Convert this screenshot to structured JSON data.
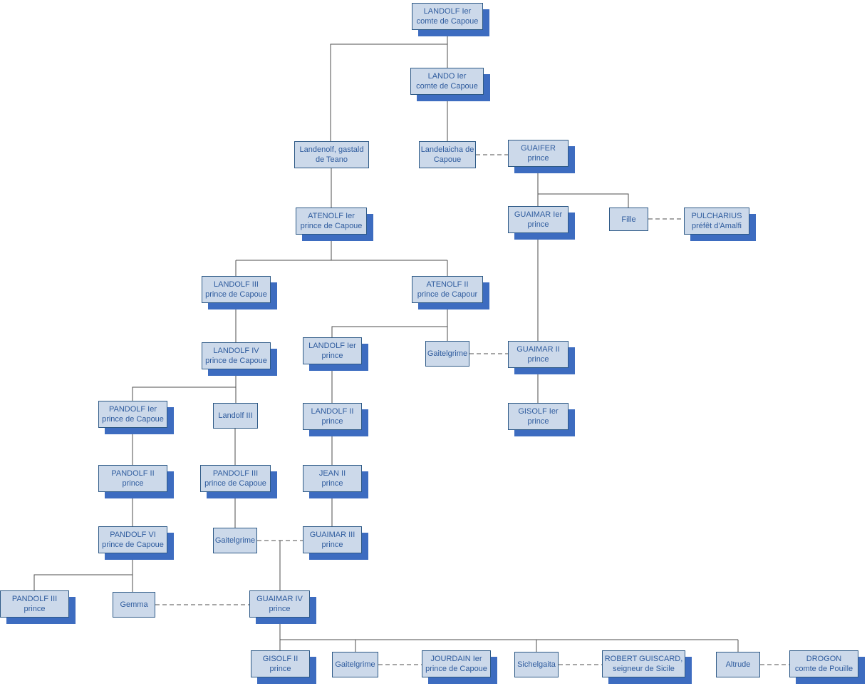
{
  "colors": {
    "box_fill": "#ccd9ea",
    "box_border": "#2d5986",
    "box_shadow": "#3d6cc0",
    "text": "#2f5c9e",
    "line": "#4d4d4d"
  },
  "nodes": {
    "landolf1_comte": {
      "name": "LANDOLF Ier",
      "title": "comte de Capoue"
    },
    "lando1": {
      "name": "LANDO Ier",
      "title": "comte de Capoue"
    },
    "landenolf": {
      "name": "Landenolf, gastald",
      "title": "de Teano"
    },
    "landelaicha": {
      "name": "Landelaicha de",
      "title": "Capoue"
    },
    "guaifer": {
      "name": "GUAIFER",
      "title": "prince"
    },
    "atenolf1": {
      "name": "ATENOLF Ier",
      "title": "prince de Capoue"
    },
    "guaimar1": {
      "name": "GUAIMAR Ier",
      "title": "prince"
    },
    "fille": {
      "name": "Fille"
    },
    "pulcharius": {
      "name": "PULCHARIUS",
      "title": "préfêt d'Amalfi"
    },
    "landolf3_prince": {
      "name": "LANDOLF III",
      "title": "prince de Capoue"
    },
    "atenolf2": {
      "name": "ATENOLF II",
      "title": "prince de Capour"
    },
    "landolf4": {
      "name": "LANDOLF IV",
      "title": "prince de Capoue"
    },
    "landolf1_prince": {
      "name": "LANDOLF Ier",
      "title": "prince"
    },
    "gaitelgrime_a": {
      "name": "Gaitelgrime"
    },
    "guaimar2": {
      "name": "GUAIMAR II",
      "title": "prince"
    },
    "pandolf1": {
      "name": "PANDOLF Ier",
      "title": "prince de Capoue"
    },
    "landolf3_b": {
      "name": "Landolf III"
    },
    "landolf2": {
      "name": "LANDOLF II",
      "title": "prince"
    },
    "gisolf1": {
      "name": "GISOLF Ier",
      "title": "prince"
    },
    "pandolf2": {
      "name": "PANDOLF II",
      "title": "prince"
    },
    "pandolf3_capoue": {
      "name": "PANDOLF III",
      "title": "prince de Capoue"
    },
    "jean2": {
      "name": "JEAN II",
      "title": "prince"
    },
    "pandolf6": {
      "name": "PANDOLF VI",
      "title": "prince de Capoue"
    },
    "gaitelgrime_b": {
      "name": "Gaitelgrime"
    },
    "guaimar3": {
      "name": "GUAIMAR III",
      "title": "prince"
    },
    "pandolf3_prince": {
      "name": "PANDOLF III",
      "title": "prince"
    },
    "gemma": {
      "name": "Gemma"
    },
    "guaimar4": {
      "name": "GUAIMAR IV",
      "title": "prince"
    },
    "gisolf2": {
      "name": "GISOLF II",
      "title": "prince"
    },
    "gaitelgrime_c": {
      "name": "Gaitelgrime"
    },
    "jourdain1": {
      "name": "JOURDAIN Ier",
      "title": "prince de Capoue"
    },
    "sichelgaita": {
      "name": "Sichelgaita"
    },
    "robert_guiscard": {
      "name": "ROBERT GUISCARD,",
      "title": "seigneur de Sicile"
    },
    "altrude": {
      "name": "Altrude"
    },
    "drogon": {
      "name": "DROGON",
      "title": "comte de Pouille"
    }
  },
  "edges": {
    "descent": [
      [
        "landolf1_comte",
        "lando1"
      ],
      [
        "landolf1_comte",
        "landenolf"
      ],
      [
        "lando1",
        "landelaicha"
      ],
      [
        "landenolf",
        "atenolf1"
      ],
      [
        "guaifer",
        "guaimar1"
      ],
      [
        "guaifer",
        "fille"
      ],
      [
        "atenolf1",
        "landolf3_prince"
      ],
      [
        "atenolf1",
        "atenolf2"
      ],
      [
        "guaimar1",
        "guaimar2"
      ],
      [
        "landolf3_prince",
        "landolf4"
      ],
      [
        "atenolf2",
        "landolf1_prince"
      ],
      [
        "atenolf2",
        "gaitelgrime_a"
      ],
      [
        "guaimar2",
        "gisolf1"
      ],
      [
        "landolf1_prince",
        "landolf2"
      ],
      [
        "landolf4",
        "pandolf1"
      ],
      [
        "landolf4",
        "landolf3_b"
      ],
      [
        "pandolf1",
        "pandolf2"
      ],
      [
        "landolf3_b",
        "pandolf3_capoue"
      ],
      [
        "landolf2",
        "jean2"
      ],
      [
        "pandolf2",
        "pandolf6"
      ],
      [
        "pandolf3_capoue",
        "gaitelgrime_b"
      ],
      [
        "jean2",
        "guaimar3"
      ],
      [
        "pandolf6",
        "pandolf3_prince"
      ],
      [
        "pandolf6",
        "gemma"
      ],
      [
        "guaimar3",
        "guaimar4"
      ],
      [
        "guaimar4",
        "gisolf2"
      ],
      [
        "guaimar4",
        "gaitelgrime_c"
      ],
      [
        "guaimar4",
        "sichelgaita"
      ],
      [
        "guaimar4",
        "altrude"
      ]
    ],
    "marriage": [
      [
        "landelaicha",
        "guaifer"
      ],
      [
        "fille",
        "pulcharius"
      ],
      [
        "gaitelgrime_a",
        "guaimar2"
      ],
      [
        "gaitelgrime_b",
        "guaimar3"
      ],
      [
        "gemma",
        "guaimar4"
      ],
      [
        "gaitelgrime_c",
        "jourdain1"
      ],
      [
        "sichelgaita",
        "robert_guiscard"
      ],
      [
        "altrude",
        "drogon"
      ]
    ]
  }
}
